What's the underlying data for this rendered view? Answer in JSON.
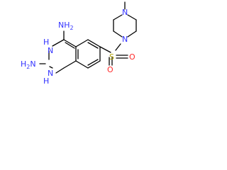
{
  "molecule": {
    "labels": {
      "n_ring_top": "N",
      "h_ring_top": "H",
      "n_ring_bottom": "N",
      "h_ring_bottom": "H",
      "n_pip_top": "N",
      "n_pip_bottom": "N",
      "sulfur": "S",
      "oxygen_left": "O",
      "oxygen_right": "O",
      "nh2_4_label": "NH2",
      "nh2_2_label": "H2N"
    },
    "colors": {
      "bond": "#000000",
      "nitrogen": "#3333ff",
      "oxygen": "#ff2a2a",
      "sulfur": "#b3a400"
    }
  }
}
